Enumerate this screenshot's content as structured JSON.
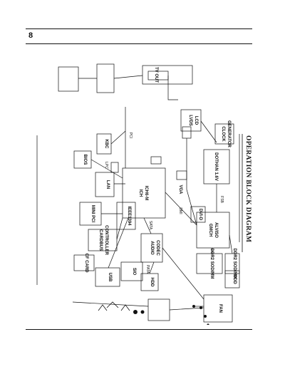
{
  "header": {
    "page_number": "8"
  },
  "section_label": "",
  "diagram": {
    "title": "OPERATION BLOCK DIAGRAM",
    "chips": {
      "cpu": [
        "DOTHAN 1.6V"
      ],
      "gmch": [
        "GMCH",
        "ALVISO"
      ],
      "ich": [
        "ICH",
        "ICH6-M"
      ],
      "clock": [
        "CLOCK",
        "GENERATOR"
      ],
      "lvds": [
        "LVDS",
        "LCD"
      ],
      "dvi": [
        "DVI-D"
      ],
      "ddr_a": [
        "DDR2 SODIMM"
      ],
      "ddr_b": [
        "DDR2 SODIMM"
      ],
      "vga": [
        "VGA"
      ],
      "tv": [
        "TV OUT"
      ],
      "lan": [
        "LAN"
      ],
      "cardbus": [
        "CARDBUS",
        "CONTROLLER"
      ],
      "cf": [
        "CF CARD"
      ],
      "ieee": [
        "IEEE1394"
      ],
      "mini_pci": [
        "MINI PCI"
      ],
      "usb": [
        "USB"
      ],
      "audio": [
        "AUDIO",
        "CODEC"
      ],
      "kbc": [
        "KBC"
      ],
      "bios": [
        "BIOS"
      ],
      "fan": [
        "FAN"
      ],
      "hdd": [
        "HDD"
      ],
      "odd": [
        "ODD"
      ],
      "sio": [
        "SIO"
      ]
    },
    "buses": [
      "FSB",
      "DMI",
      "PCI",
      "LPC",
      "SATA",
      "PATA"
    ]
  }
}
